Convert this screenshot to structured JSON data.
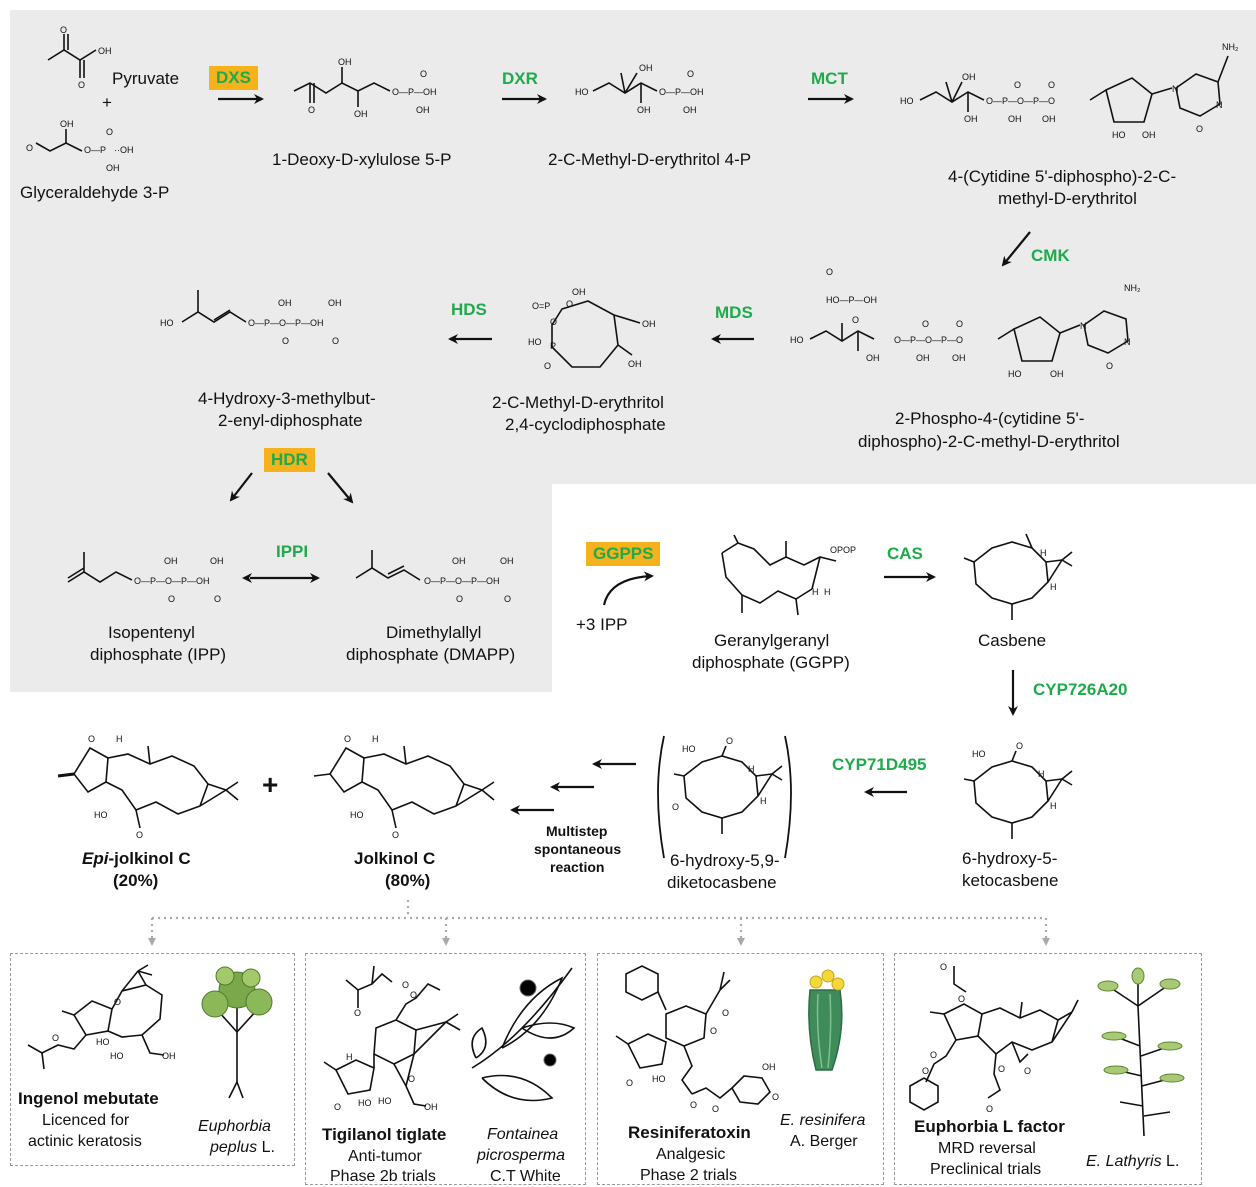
{
  "compounds": {
    "pyruvate": "Pyruvate",
    "plus1": "+",
    "g3p": "Glyceraldehyde 3-P",
    "dxp": "1-Deoxy-D-xylulose 5-P",
    "mep": "2-C-Methyl-D-erythritol 4-P",
    "cdpme_1": "4-(Cytidine 5'-diphospho)-2-C-",
    "cdpme_2": "methyl-D-erythritol",
    "cdpmep_1": "2-Phospho-4-(cytidine 5'-",
    "cdpmep_2": "diphospho)-2-C-methyl-D-erythritol",
    "mecpp_1": "2-C-Methyl-D-erythritol",
    "mecpp_2": "2,4-cyclodiphosphate",
    "hmbpp_1": "4-Hydroxy-3-methylbut-",
    "hmbpp_2": "2-enyl-diphosphate",
    "ipp_1": "Isopentenyl",
    "ipp_2": "diphosphate (IPP)",
    "dmapp_1": "Dimethylallyl",
    "dmapp_2": "diphosphate (DMAPP)",
    "plus_ipp": "+3 IPP",
    "ggpp_1": "Geranylgeranyl",
    "ggpp_2": "diphosphate (GGPP)",
    "casbene": "Casbene",
    "hk_1": "6-hydroxy-5-",
    "hk_2": "ketocasbene",
    "hdk_1": "6-hydroxy-5,9-",
    "hdk_2": "diketocasbene",
    "multistep_1": "Multistep",
    "multistep_2": "spontaneous",
    "multistep_3": "reaction",
    "epi_prefix": "Epi",
    "epi_suffix": "-jolkinol C",
    "epi_pct": "(20%)",
    "jolk": "Jolkinol C",
    "jolk_pct": "(80%)",
    "plus2": "+"
  },
  "enzymes": {
    "dxs": "DXS",
    "dxr": "DXR",
    "mct": "MCT",
    "cmk": "CMK",
    "mds": "MDS",
    "hds": "HDS",
    "hdr": "HDR",
    "ippi": "IPPI",
    "ggpps": "GGPPS",
    "cas": "CAS",
    "cyp1": "CYP726A20",
    "cyp2": "CYP71D495"
  },
  "highlight_color": "#f6b21c",
  "enzyme_color": "#1faa4b",
  "panels": [
    {
      "name": "Ingenol mebutate",
      "desc1": "Licenced for",
      "desc2": "actinic keratosis",
      "plant1": "Euphorbia",
      "plant2_i": "peplus",
      "plant2_r": " L."
    },
    {
      "name": "Tigilanol tiglate",
      "desc1": "Anti-tumor",
      "desc2": "Phase 2b trials",
      "plant1": "Fontainea",
      "plant2_i": "picrosperma",
      "plant3": "C.T White"
    },
    {
      "name": "Resiniferatoxin",
      "desc1": "Analgesic",
      "desc2": "Phase 2 trials",
      "plant1_i": "E. resinifera",
      "plant2_r": "A. Berger"
    },
    {
      "name": "Euphorbia L factor",
      "desc1": "MRD reversal",
      "desc2": "Preclinical trials",
      "plant1_i": "E. Lathyris",
      "plant1_r": " L."
    }
  ],
  "atoms": {
    "O": "O",
    "OH": "OH",
    "HO": "HO",
    "P": "P",
    "H": "H",
    "N": "N",
    "NH2": "NH₂",
    "OPOP": "OPOP"
  }
}
